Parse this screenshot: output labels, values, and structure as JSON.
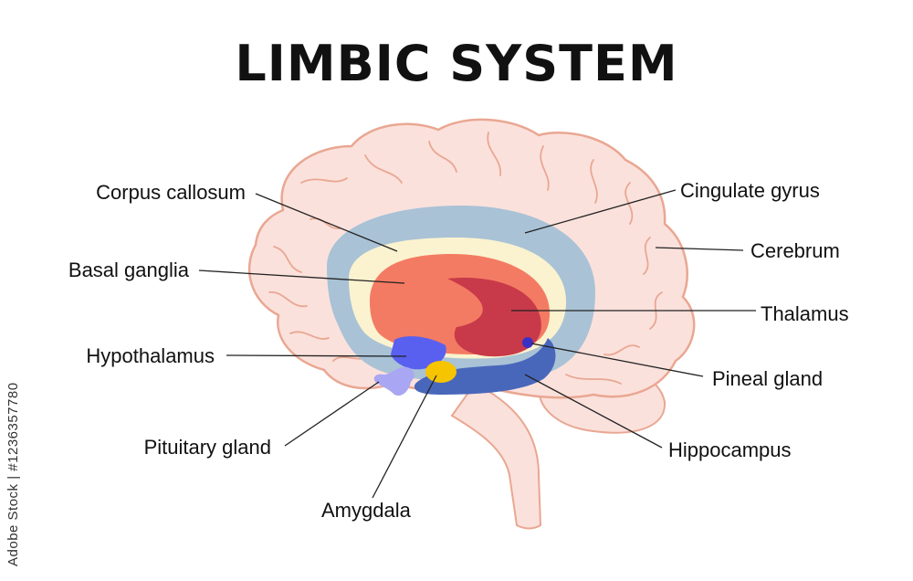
{
  "title": "LIMBIC SYSTEM",
  "credit": "Adobe Stock | #1236357780",
  "colors": {
    "cerebrum": "#fbe1dc",
    "cerebrum_outline": "#e9a792",
    "cingulate_gyrus": "#a9c2d6",
    "corpus_callosum": "#fbf3cf",
    "basal_ganglia": "#f47b63",
    "thalamus": "#c83a4a",
    "hypothalamus": "#5960f0",
    "pituitary_gland": "#a9a6f3",
    "amygdala": "#f6c400",
    "hippocampus": "#4867bb",
    "pineal_gland": "#3b30c4"
  },
  "labels": {
    "corpus_callosum": "Corpus callosum",
    "basal_ganglia": "Basal ganglia",
    "hypothalamus": "Hypothalamus",
    "pituitary_gland": "Pituitary gland",
    "amygdala": "Amygdala",
    "cingulate_gyrus": "Cingulate gyrus",
    "cerebrum": "Cerebrum",
    "thalamus": "Thalamus",
    "pineal_gland": "Pineal gland",
    "hippocampus": "Hippocampus"
  }
}
